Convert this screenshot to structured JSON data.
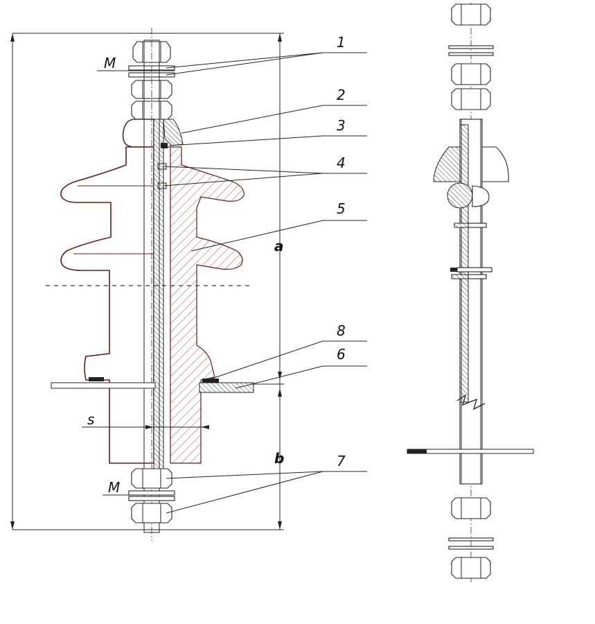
{
  "labels": {
    "l1": "1",
    "l2": "2",
    "l3": "3",
    "l4": "4",
    "l5": "5",
    "l6": "6",
    "l7": "7",
    "l8": "8",
    "dim_a": "a",
    "dim_b": "b",
    "dim_s": "s",
    "thread_top": "M",
    "thread_bottom": "M"
  },
  "colors": {
    "porcelain_outline": "#6b1a14",
    "porcelain_hatch": "#a0504a",
    "line": "#222222",
    "background": "#ffffff"
  }
}
